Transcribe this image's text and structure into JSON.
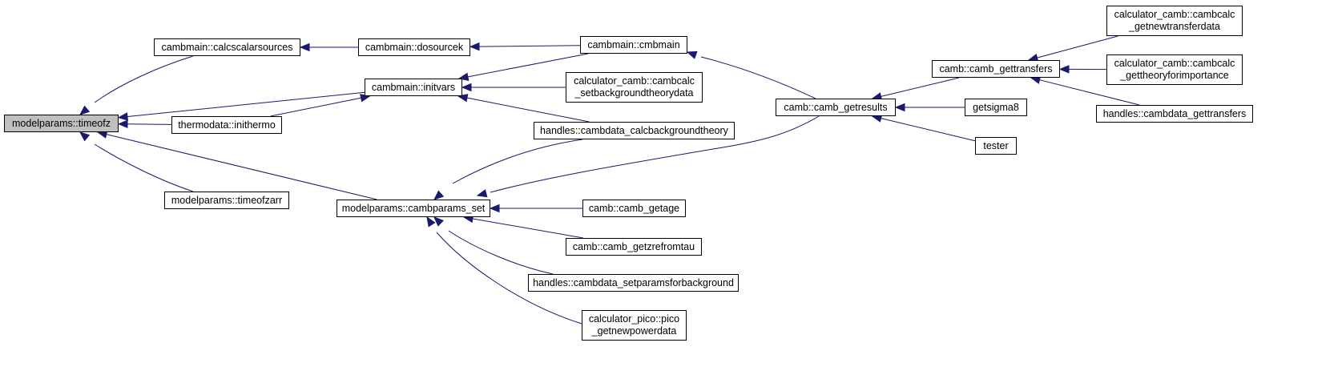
{
  "graph": {
    "root": "modelparams::timeofz",
    "node_fill": "#ffffff",
    "root_fill": "#bfbfbf",
    "edge_color": "#191970",
    "nodes": [
      {
        "id": "timeofz",
        "label": "modelparams::timeofz"
      },
      {
        "id": "calcscalarsources",
        "label": "cambmain::calcscalarsources"
      },
      {
        "id": "dosourcek",
        "label": "cambmain::dosourcek"
      },
      {
        "id": "cmbmain",
        "label": "cambmain::cmbmain"
      },
      {
        "id": "initvars",
        "label": "cambmain::initvars"
      },
      {
        "id": "setbackgroundtheorydata",
        "label": "calculator_camb::cambcalc\n_setbackgroundtheorydata"
      },
      {
        "id": "calcbackgroundtheory",
        "label": "handles::cambdata_calcbackgroundtheory"
      },
      {
        "id": "inithermo",
        "label": "thermodata::inithermo"
      },
      {
        "id": "timeofzarr",
        "label": "modelparams::timeofzarr"
      },
      {
        "id": "cambparams_set",
        "label": "modelparams::cambparams_set"
      },
      {
        "id": "camb_getage",
        "label": "camb::camb_getage"
      },
      {
        "id": "camb_getzrefromtau",
        "label": "camb::camb_getzrefromtau"
      },
      {
        "id": "setparamsforbackground",
        "label": "handles::cambdata_setparamsforbackground"
      },
      {
        "id": "pico_getnewpowerdata",
        "label": "calculator_pico::pico\n_getnewpowerdata"
      },
      {
        "id": "camb_getresults",
        "label": "camb::camb_getresults"
      },
      {
        "id": "camb_gettransfers",
        "label": "camb::camb_gettransfers"
      },
      {
        "id": "getsigma8",
        "label": "getsigma8"
      },
      {
        "id": "tester",
        "label": "tester"
      },
      {
        "id": "getnewtransferdata",
        "label": "calculator_camb::cambcalc\n_getnewtransferdata"
      },
      {
        "id": "gettheoryforimportance",
        "label": "calculator_camb::cambcalc\n_gettheoryforimportance"
      },
      {
        "id": "cambdata_gettransfers",
        "label": "handles::cambdata_gettransfers"
      }
    ],
    "edges": [
      [
        "calcscalarsources",
        "timeofz"
      ],
      [
        "initvars",
        "timeofz"
      ],
      [
        "inithermo",
        "timeofz"
      ],
      [
        "timeofzarr",
        "timeofz"
      ],
      [
        "cambparams_set",
        "timeofz"
      ],
      [
        "dosourcek",
        "calcscalarsources"
      ],
      [
        "cmbmain",
        "dosourcek"
      ],
      [
        "cmbmain",
        "initvars"
      ],
      [
        "setbackgroundtheorydata",
        "initvars"
      ],
      [
        "calcbackgroundtheory",
        "initvars"
      ],
      [
        "inithermo",
        "initvars"
      ],
      [
        "camb_getresults",
        "cmbmain"
      ],
      [
        "calcbackgroundtheory",
        "cambparams_set"
      ],
      [
        "camb_getresults",
        "cambparams_set"
      ],
      [
        "camb_getage",
        "cambparams_set"
      ],
      [
        "camb_getzrefromtau",
        "cambparams_set"
      ],
      [
        "setparamsforbackground",
        "cambparams_set"
      ],
      [
        "pico_getnewpowerdata",
        "cambparams_set"
      ],
      [
        "camb_gettransfers",
        "camb_getresults"
      ],
      [
        "getsigma8",
        "camb_getresults"
      ],
      [
        "tester",
        "camb_getresults"
      ],
      [
        "getnewtransferdata",
        "camb_gettransfers"
      ],
      [
        "gettheoryforimportance",
        "camb_gettransfers"
      ],
      [
        "cambdata_gettransfers",
        "camb_gettransfers"
      ]
    ]
  }
}
